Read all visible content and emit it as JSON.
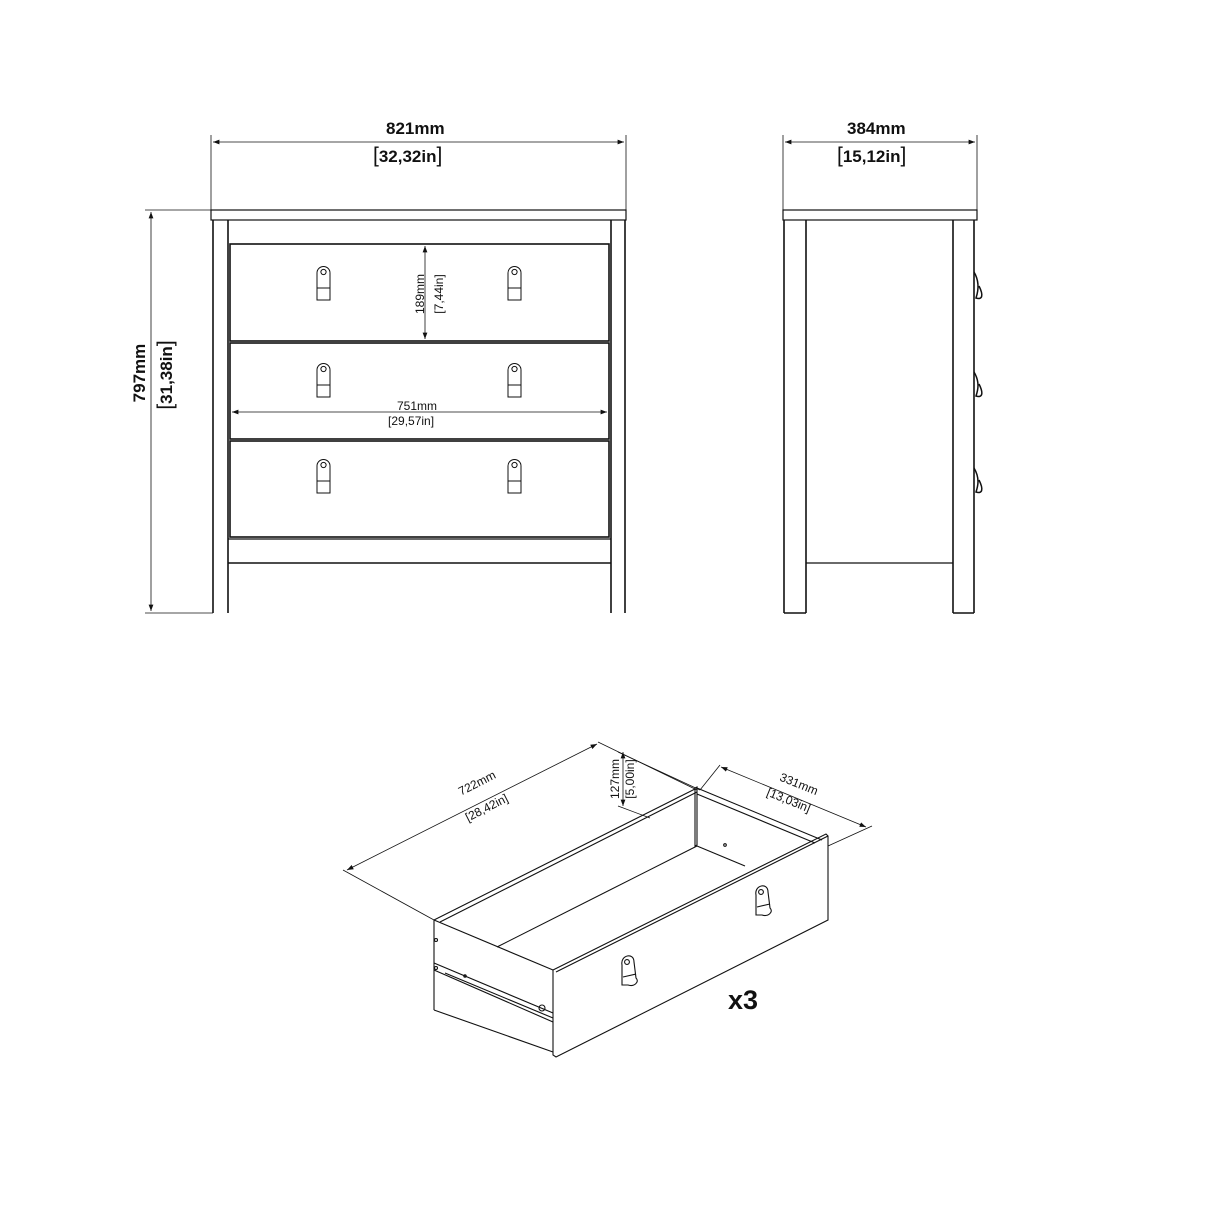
{
  "front_view": {
    "width_mm": "821mm",
    "width_in": "32,32in",
    "height_mm": "797mm",
    "height_in": "31,38in",
    "drawer_height_mm": "189mm",
    "drawer_height_in": "7,44in",
    "drawer_width_mm": "751mm",
    "drawer_width_in": "29,57in",
    "drawer_count": 3,
    "handles_per_drawer": 2
  },
  "side_view": {
    "depth_mm": "384mm",
    "depth_in": "15,12in"
  },
  "drawer_detail": {
    "length_mm": "722mm",
    "length_in": "28,42in",
    "height_mm": "127mm",
    "height_in": "5,00in",
    "depth_mm": "331mm",
    "depth_in": "13,03in",
    "quantity_label": "x3"
  },
  "colors": {
    "line": "#111111",
    "background": "#ffffff"
  }
}
